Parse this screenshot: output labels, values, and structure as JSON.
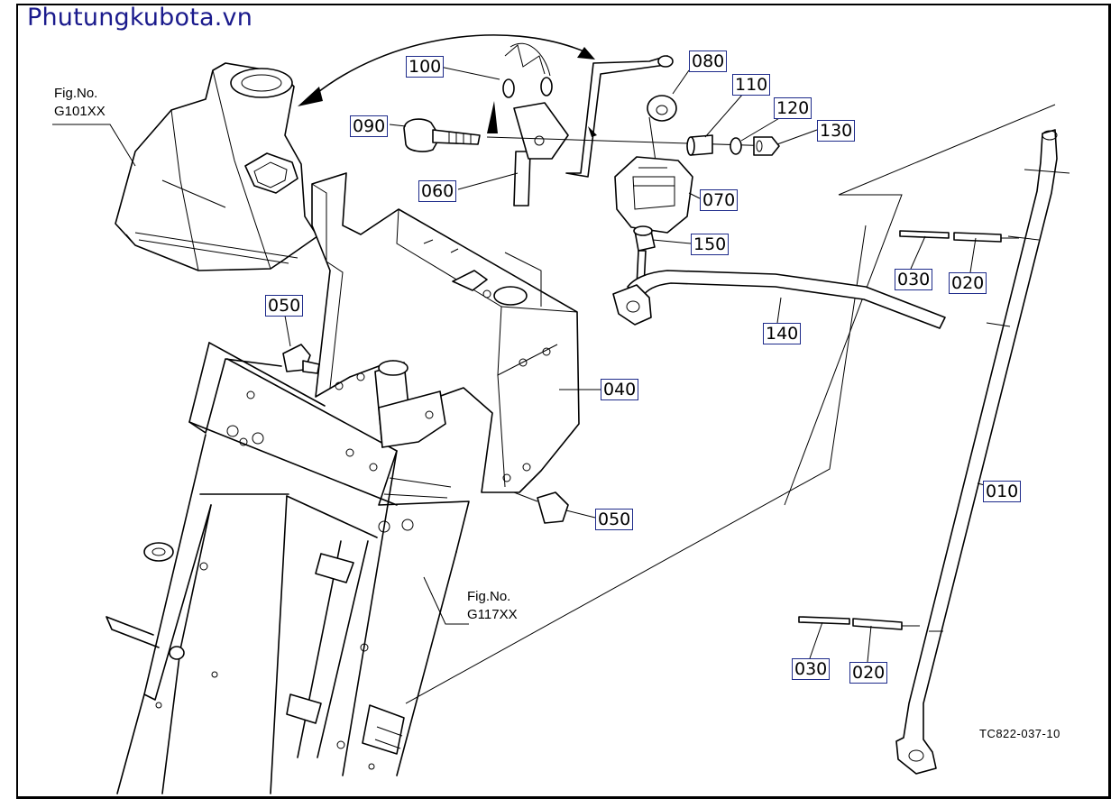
{
  "watermark": "Phutungkubota.vn",
  "drawing_code": "TC822-037-10",
  "figure_refs": [
    {
      "line1": "Fig.No.",
      "line2": "G101XX"
    },
    {
      "line1": "Fig.No.",
      "line2": "G117XX"
    }
  ],
  "part_callouts": [
    {
      "code": "100"
    },
    {
      "code": "080"
    },
    {
      "code": "110"
    },
    {
      "code": "120"
    },
    {
      "code": "130"
    },
    {
      "code": "090"
    },
    {
      "code": "060"
    },
    {
      "code": "070"
    },
    {
      "code": "150"
    },
    {
      "code": "030"
    },
    {
      "code": "020"
    },
    {
      "code": "050"
    },
    {
      "code": "140"
    },
    {
      "code": "040"
    },
    {
      "code": "010"
    },
    {
      "code": "050"
    },
    {
      "code": "030"
    },
    {
      "code": "020"
    }
  ]
}
